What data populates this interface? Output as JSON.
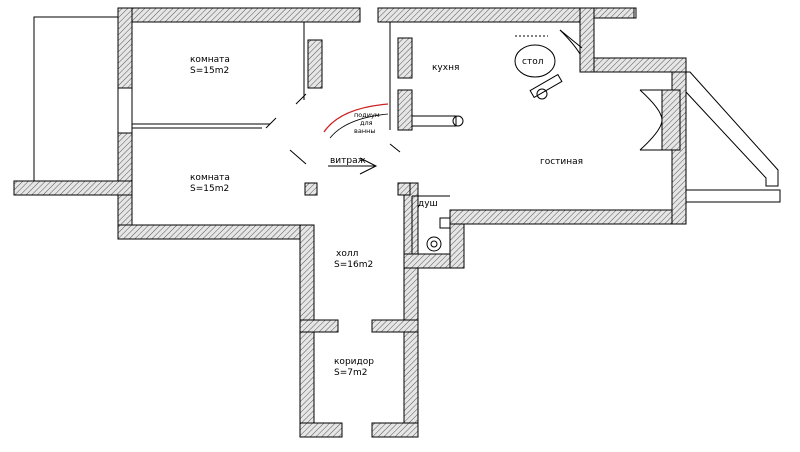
{
  "rooms": {
    "room_top": {
      "name": "комната",
      "area": "S=15m2"
    },
    "room_bottom": {
      "name": "комната",
      "area": "S=15m2"
    },
    "kitchen": {
      "name": "кухня"
    },
    "table": {
      "name": "стол"
    },
    "living": {
      "name": "гостиная"
    },
    "shower": {
      "name": "душ"
    },
    "hall": {
      "name": "холл",
      "area": "S=16m2"
    },
    "corridor": {
      "name": "коридор",
      "area": "S=7m2"
    }
  },
  "annotations": {
    "podium_line1": "подиум",
    "podium_line2": "для",
    "podium_line3": "ванны",
    "vitrazh": "витраж"
  },
  "colors": {
    "wall_fill": "#d8d8d8",
    "wall_stroke": "#000000",
    "accent_arc": "#cc2222"
  }
}
